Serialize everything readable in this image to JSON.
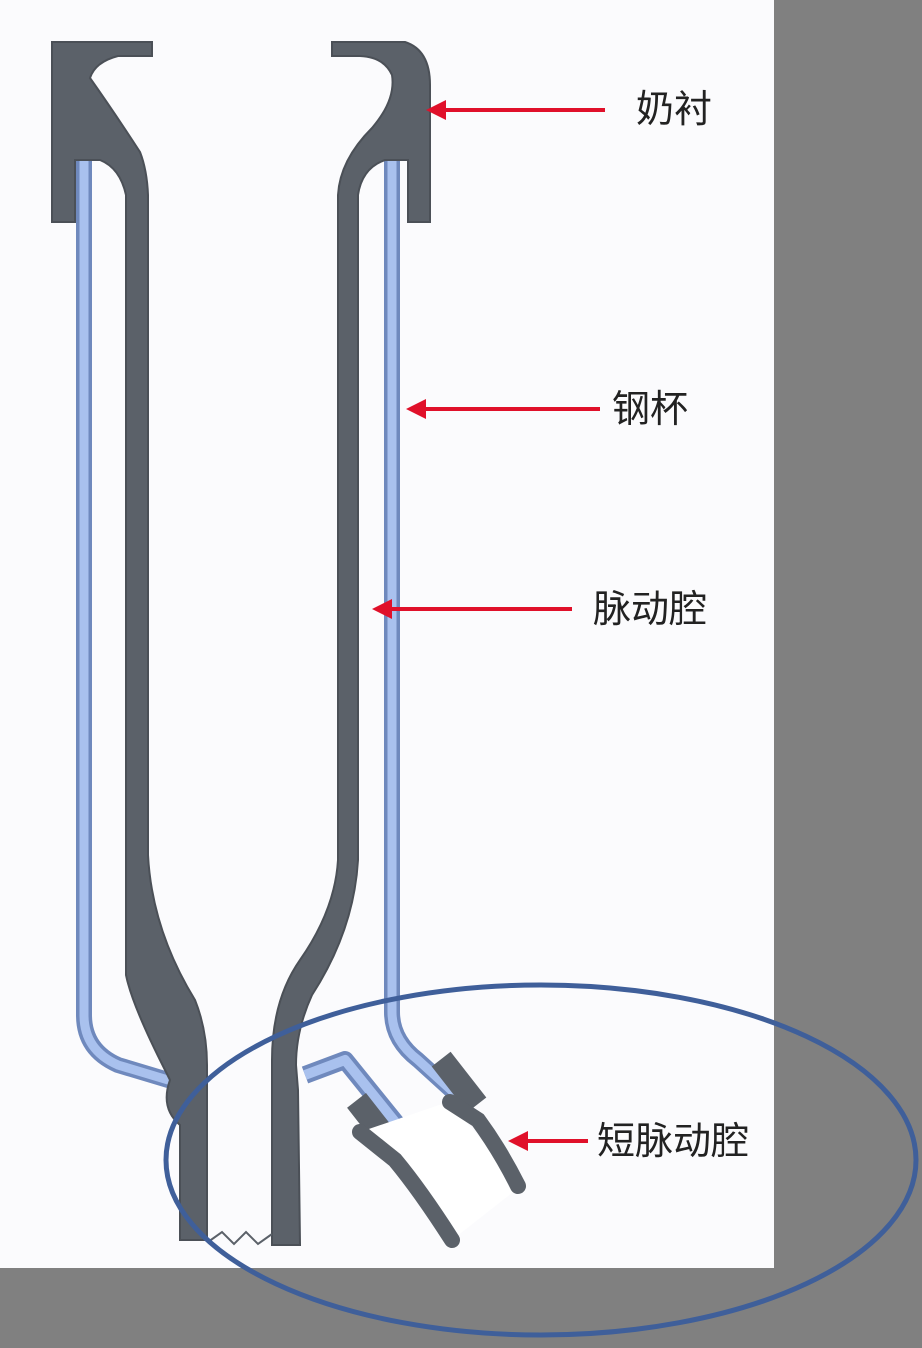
{
  "colors": {
    "background": "#808080",
    "panel": "#fbfbfd",
    "rubber": "#5b6169",
    "rubber_edge": "#4b5057",
    "steel": "#a9c1ee",
    "steel_edge": "#6f89bd",
    "arrow": "#e0102a",
    "ellipse": "#3f5f9a"
  },
  "labels": {
    "liner": "奶衬",
    "steel_cup": "钢杯",
    "pulsation_chamber": "脉动腔",
    "short_pulsation_chamber": "短脉动腔"
  },
  "icons": {
    "arrow": "left-arrow-icon"
  }
}
